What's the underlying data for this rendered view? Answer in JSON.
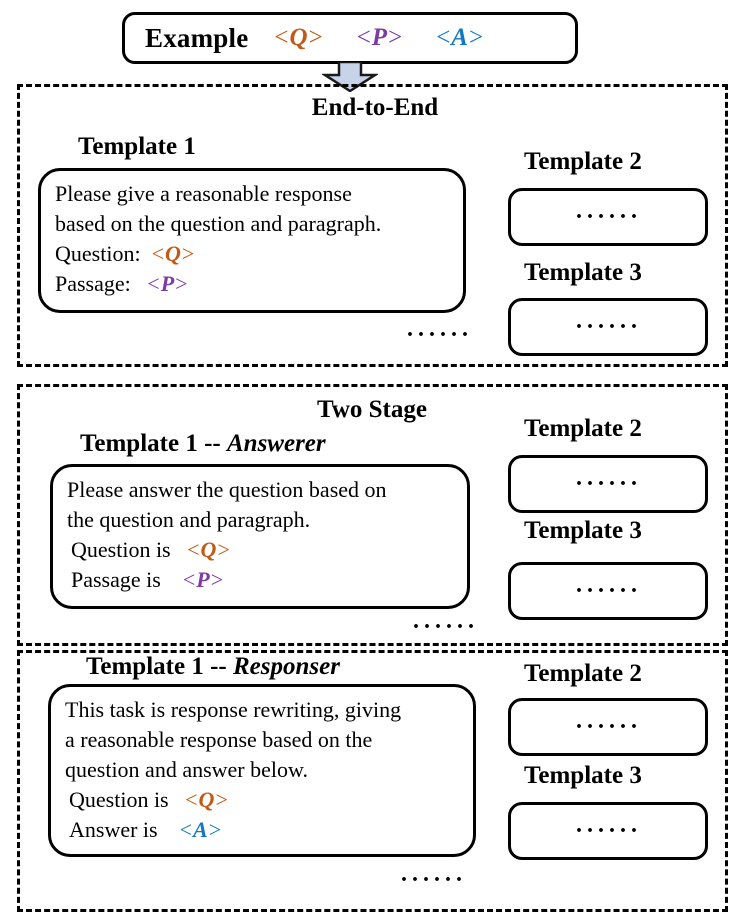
{
  "example": {
    "label": "Example",
    "symbols": [
      {
        "name": "question-symbol",
        "open": "<",
        "glyph": "Q",
        "close": ">",
        "color": "#C05A14"
      },
      {
        "name": "passage-symbol",
        "open": "<",
        "glyph": "P",
        "close": ">",
        "color": "#7B3BA8"
      },
      {
        "name": "answer-symbol",
        "open": "<",
        "glyph": "A",
        "close": ">",
        "color": "#1277C4"
      }
    ]
  },
  "arrow": {
    "name": "down-arrow",
    "fill": "#C6D3E8",
    "stroke": "#1A1A1A"
  },
  "sections": {
    "end_to_end": {
      "title": "End-to-End",
      "template1": {
        "caption": "Template 1",
        "lines": [
          "Please give a reasonable response",
          "based on the question and paragraph."
        ],
        "field_question_label": "Question:",
        "field_question_value": "< Q >",
        "field_passage_label": "Passage:",
        "field_passage_value": "< P >"
      },
      "template2": {
        "caption": "Template 2",
        "body": "······"
      },
      "template3": {
        "caption": "Template 3",
        "body": "······"
      },
      "more": "······"
    },
    "two_stage": {
      "title": "Two Stage",
      "stage_answerer": {
        "caption_prefix": "Template 1 -- ",
        "caption_role": "Answerer",
        "lines": [
          "Please answer the question based on",
          "the question and paragraph."
        ],
        "field_question_label": "Question is",
        "field_question_value": "< Q >",
        "field_passage_label": "Passage is",
        "field_passage_value": "< P >",
        "template2": {
          "caption": "Template 2",
          "body": "······"
        },
        "template3": {
          "caption": "Template 3",
          "body": "······"
        },
        "more": "······"
      },
      "stage_responser": {
        "caption_prefix": "Template 1 -- ",
        "caption_role": "Responser",
        "lines": [
          "This task is response rewriting, giving",
          "a reasonable response based on the",
          "question and answer below."
        ],
        "field_question_label": "Question is",
        "field_question_value": "< Q >",
        "field_answer_label": "Answer is",
        "field_answer_value": "<A>",
        "template2": {
          "caption": "Template 2",
          "body": "······"
        },
        "template3": {
          "caption": "Template 3",
          "body": "······"
        },
        "more": "······"
      }
    }
  },
  "colors": {
    "question": "#C05A14",
    "passage": "#7B3BA8",
    "answer": "#1277C4",
    "arrow_fill": "#C6D3E8",
    "outline": "#000000"
  }
}
